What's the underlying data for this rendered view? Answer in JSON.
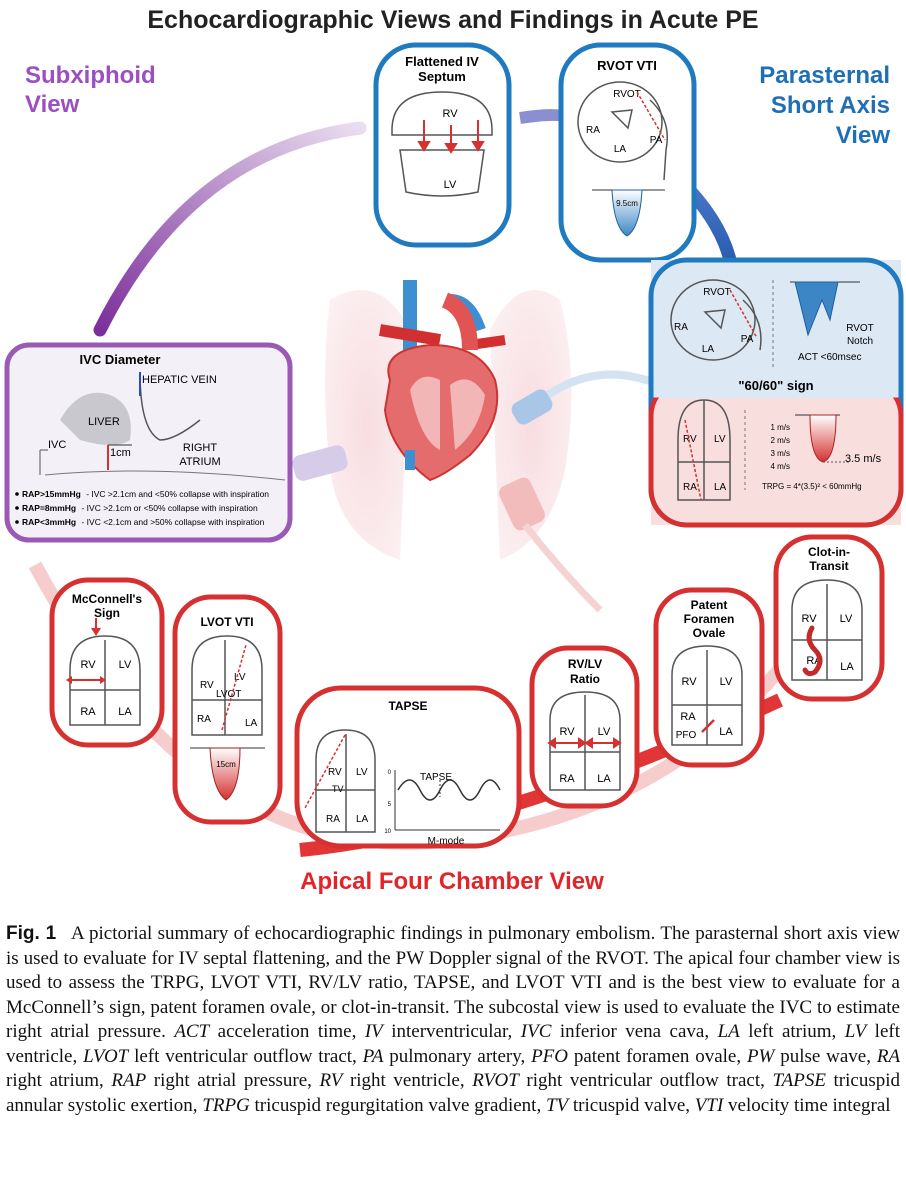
{
  "title": "Echocardiographic Views and Findings in Acute PE",
  "views": {
    "subxiphoid": [
      "Subxiphoid",
      "View"
    ],
    "psax": [
      "Parasternal",
      "Short Axis",
      "View"
    ],
    "apical": "Apical Four Chamber View"
  },
  "panels": {
    "septum": {
      "title": [
        "Flattened IV",
        "Septum"
      ],
      "rv": "RV",
      "lv": "LV"
    },
    "rvot_vti": {
      "title": "RVOT VTI",
      "rvot": "RVOT",
      "ra": "RA",
      "la": "LA",
      "pa": "PA",
      "measure": "9.5cm"
    },
    "sixty": {
      "rvot": "RVOT",
      "ra": "RA",
      "la": "LA",
      "pa": "PA",
      "notch": [
        "RVOT",
        "Notch"
      ],
      "act": "ACT <60msec",
      "sign": "\"60/60\" sign",
      "rv": "RV",
      "lv": "LV",
      "ra2": "RA",
      "la2": "LA",
      "speeds": [
        "1 m/s",
        "2 m/s",
        "3 m/s",
        "4 m/s"
      ],
      "peak": "3.5 m/s",
      "trpg": "TRPG = 4*(3.5)² < 60mmHg"
    },
    "ivc": {
      "title": "IVC Diameter",
      "hepatic": "HEPATIC VEIN",
      "liver": "LIVER",
      "ivc": "IVC",
      "cm": "1cm",
      "right_atrium": [
        "RIGHT",
        "ATRIUM"
      ],
      "rap": [
        {
          "label": "RAP>15mmHg",
          "text": "- IVC >2.1cm and <50% collapse with inspiration"
        },
        {
          "label": "RAP=8mmHg",
          "text": "- IVC >2.1cm or <50% collapse with inspiration"
        },
        {
          "label": "RAP<3mmHg",
          "text": "- IVC <2.1cm and >50% collapse with inspiration"
        }
      ]
    },
    "mcconnell": {
      "title": [
        "McConnell's",
        "Sign"
      ],
      "rv": "RV",
      "lv": "LV",
      "ra": "RA",
      "la": "LA"
    },
    "lvot": {
      "title": "LVOT VTI",
      "rv": "RV",
      "lv": "LV",
      "ra": "RA",
      "la": "LA",
      "lvot": "LVOT",
      "measure": "15cm"
    },
    "tapse": {
      "title": "TAPSE",
      "rv": "RV",
      "lv": "LV",
      "ra": "RA",
      "la": "LA",
      "tv": "TV",
      "label": "TAPSE",
      "mmode": "M-mode",
      "ticks": [
        "0",
        "5",
        "10"
      ]
    },
    "rvlv": {
      "title": [
        "RV/LV",
        "Ratio"
      ],
      "rv": "RV",
      "lv": "LV",
      "ra": "RA",
      "la": "LA"
    },
    "pfo": {
      "title": [
        "Patent",
        "Foramen",
        "Ovale"
      ],
      "rv": "RV",
      "lv": "LV",
      "ra": "RA",
      "la": "LA",
      "pfo": "PFO"
    },
    "clot": {
      "title": [
        "Clot-in-",
        "Transit"
      ],
      "rv": "RV",
      "lv": "LV",
      "ra": "RA",
      "la": "LA"
    }
  },
  "colors": {
    "purple": "#9b59b6",
    "blue": "#2a7fc0",
    "red": "#d93030",
    "text_red": "#e0262a"
  },
  "caption": {
    "label": "Fig. 1",
    "lead": "A pictorial summary of echocardiographic findings in pulmonary embolism. The parasternal short axis view is used to evaluate for IV septal flattening, and the PW Doppler signal of the RVOT. The apical four chamber view is used to assess the TRPG, LVOT VTI, RV/LV ratio, TAPSE, and LVOT VTI and is the best view to evaluate for a McConnell’s sign, patent foramen ovale, or clot-in-transit. The subcostal view is used to evaluate the IVC to estimate right atrial pressure.",
    "abbreviations": [
      {
        "abbr": "ACT",
        "def": "acceleration time,"
      },
      {
        "abbr": "IV",
        "def": "interventricular,"
      },
      {
        "abbr": "IVC",
        "def": "inferior vena cava,"
      },
      {
        "abbr": "LA",
        "def": "left atrium,"
      },
      {
        "abbr": "LV",
        "def": "left ventricle,"
      },
      {
        "abbr": "LVOT",
        "def": "left ventricular outflow tract,"
      },
      {
        "abbr": "PA",
        "def": "pulmonary artery,"
      },
      {
        "abbr": "PFO",
        "def": "patent foramen ovale,"
      },
      {
        "abbr": "PW",
        "def": "pulse wave,"
      },
      {
        "abbr": "RA",
        "def": "right atrium,"
      },
      {
        "abbr": "RAP",
        "def": "right atrial pressure,"
      },
      {
        "abbr": "RV",
        "def": "right ventricle,"
      },
      {
        "abbr": "RVOT",
        "def": "right ventricular outflow tract,"
      },
      {
        "abbr": "TAPSE",
        "def": "tricuspid annular systolic exertion,"
      },
      {
        "abbr": "TRPG",
        "def": "tricuspid regurgitation valve gradient,"
      },
      {
        "abbr": "TV",
        "def": "tricuspid valve,"
      },
      {
        "abbr": "VTI",
        "def": "velocity time integral"
      }
    ]
  }
}
